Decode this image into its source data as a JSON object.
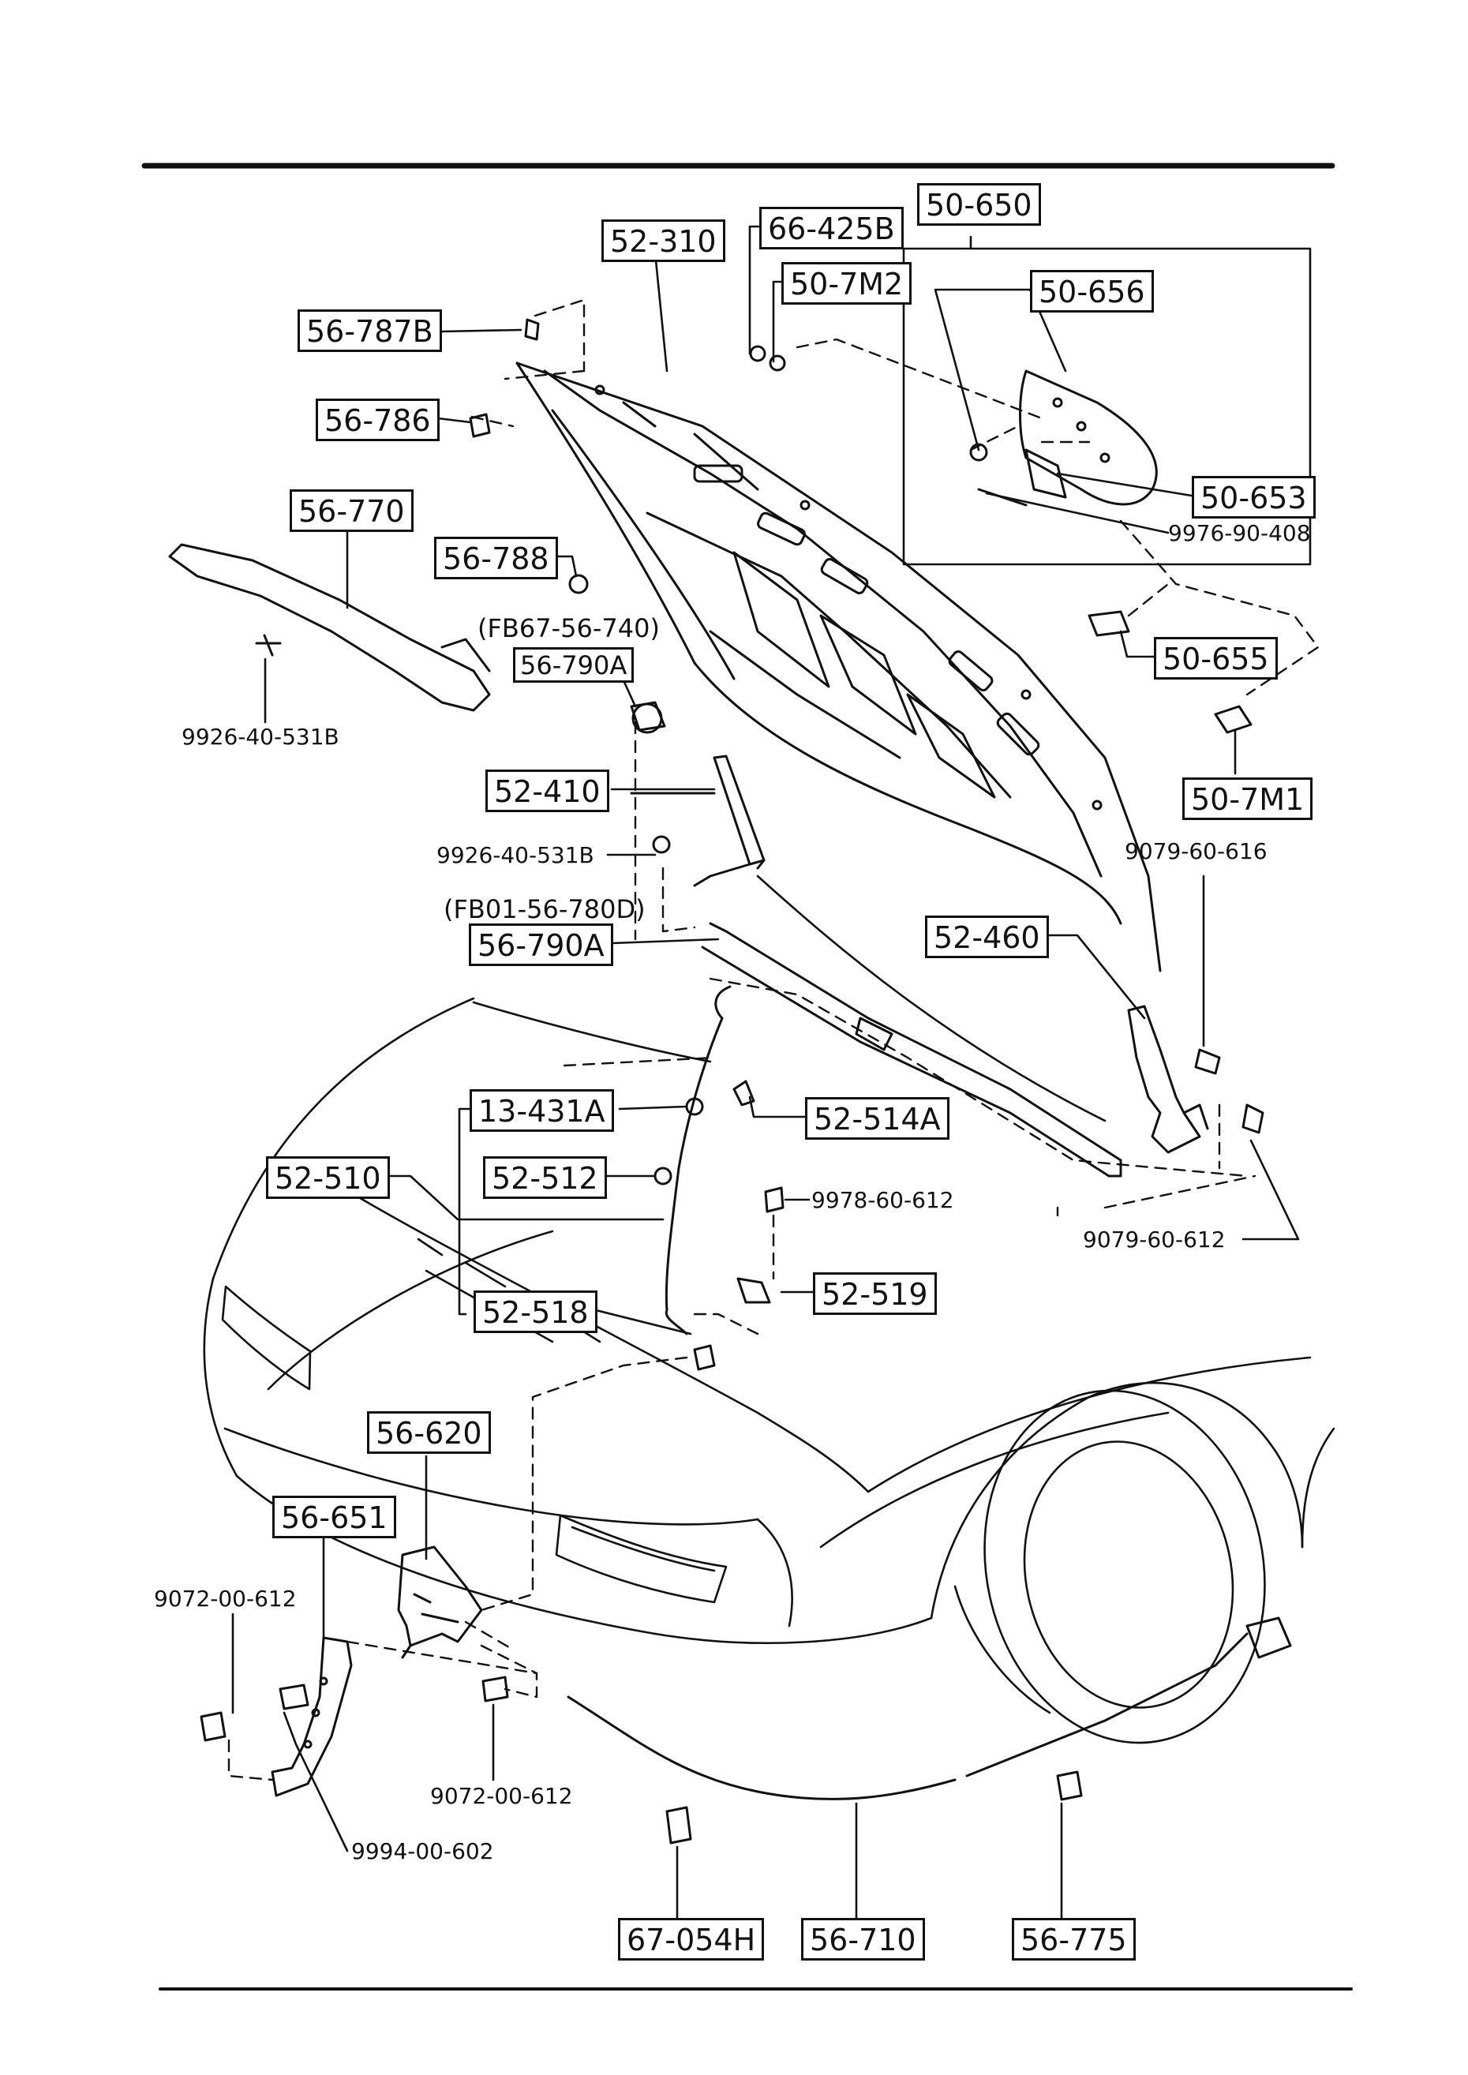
{
  "labels": {
    "p52_310": "52-310",
    "p66_425B": "66-425B",
    "p50_650": "50-650",
    "p50_7M2": "50-7M2",
    "p50_656": "50-656",
    "p56_787B": "56-787B",
    "p56_786": "56-786",
    "p56_770": "56-770",
    "p56_788": "56-788",
    "p50_653": "50-653",
    "p9976_90_408": "9976-90-408",
    "ref_FB67": "(FB67-56-740)",
    "p56_790A_upper": "56-790A",
    "p50_655": "50-655",
    "p9926_40_531B_a": "9926-40-531B",
    "p50_7M1": "50-7M1",
    "p52_410": "52-410",
    "p9926_40_531B_b": "9926-40-531B",
    "p9079_60_616": "9079-60-616",
    "ref_FB01": "(FB01-56-780D)",
    "p56_790A_lower": "56-790A",
    "p52_460": "52-460",
    "p13_431A": "13-431A",
    "p52_514A": "52-514A",
    "p52_510": "52-510",
    "p52_512": "52-512",
    "p9978_60_612": "9978-60-612",
    "p9079_60_612": "9079-60-612",
    "p52_518": "52-518",
    "p52_519": "52-519",
    "p56_620": "56-620",
    "p56_651": "56-651",
    "p9072_00_612_a": "9072-00-612",
    "p9072_00_612_b": "9072-00-612",
    "p9994_00_602": "9994-00-602",
    "p67_054H": "67-054H",
    "p56_710": "56-710",
    "p56_775": "56-775"
  }
}
